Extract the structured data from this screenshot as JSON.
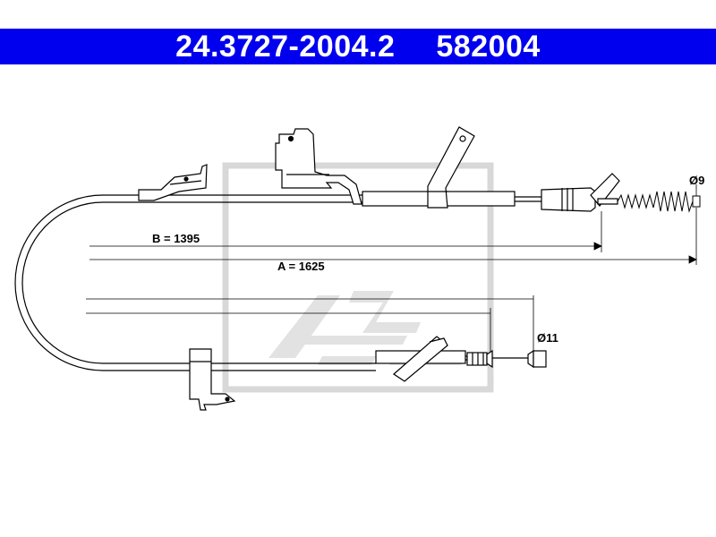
{
  "header": {
    "part_number": "24.3727-2004.2",
    "ref_number": "582004",
    "bg_color": "#0000ee"
  },
  "dimensions": {
    "b_label": "B = 1395",
    "a_label": "A = 1625",
    "dia_top": "Ø9",
    "dia_bottom": "Ø11"
  },
  "watermark": {
    "text": "Ate",
    "icon": "ate-logo-icon"
  }
}
